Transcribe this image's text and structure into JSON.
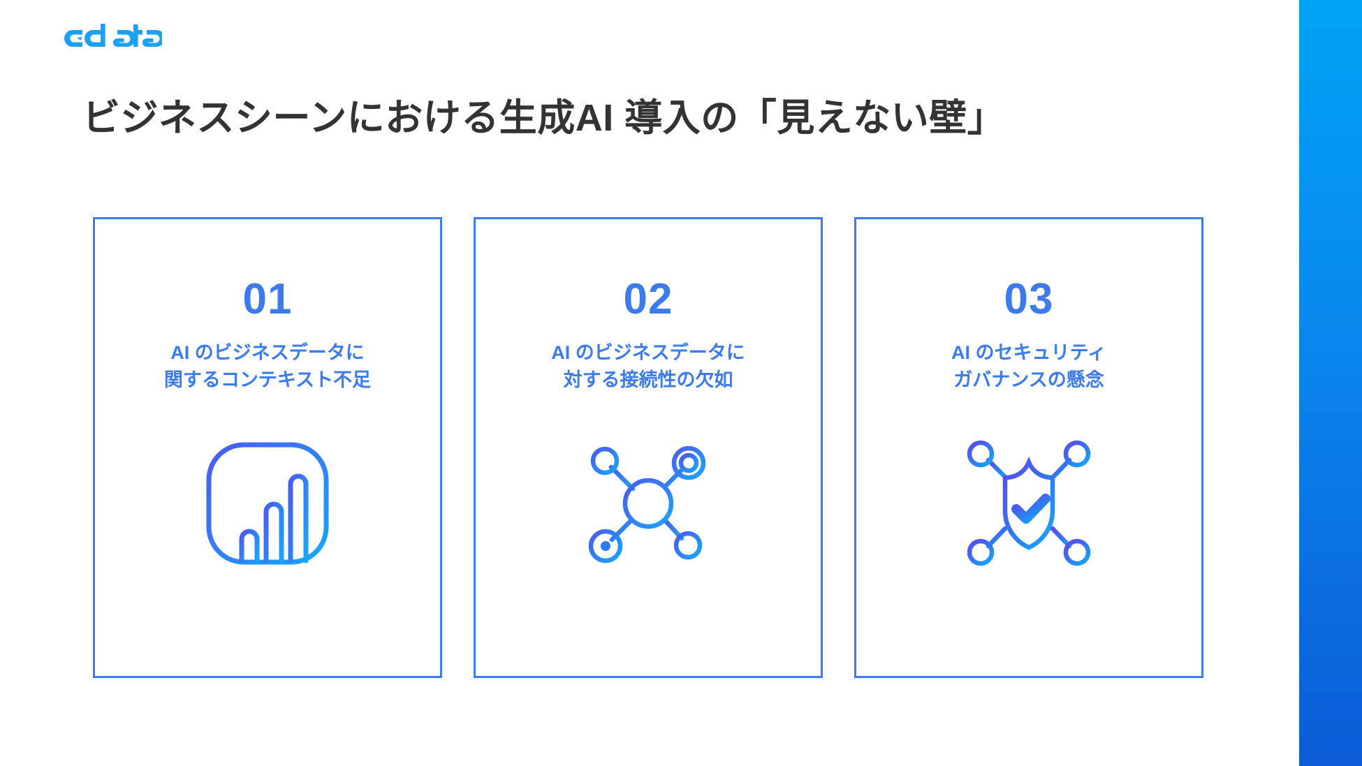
{
  "brand": {
    "logo_text": "cdata",
    "logo_color": "#1EA0F0",
    "accent_color": "#3B7BEE",
    "accent_bar_top_color": "#00A3F5",
    "accent_bar_bottom_color": "#0B5CD6",
    "title_color": "#333333"
  },
  "header": {
    "title": "ビジネスシーンにおける生成AI 導入の「見えない壁」"
  },
  "cards": [
    {
      "number": "01",
      "label": "AI のビジネスデータに\n関するコンテキスト不足",
      "icon": "bar-chart-app-icon"
    },
    {
      "number": "02",
      "label": "AI のビジネスデータに\n対する接続性の欠如",
      "icon": "network-hub-icon"
    },
    {
      "number": "03",
      "label": "AI のセキュリティ\nガバナンスの懸念",
      "icon": "shield-check-network-icon"
    }
  ]
}
